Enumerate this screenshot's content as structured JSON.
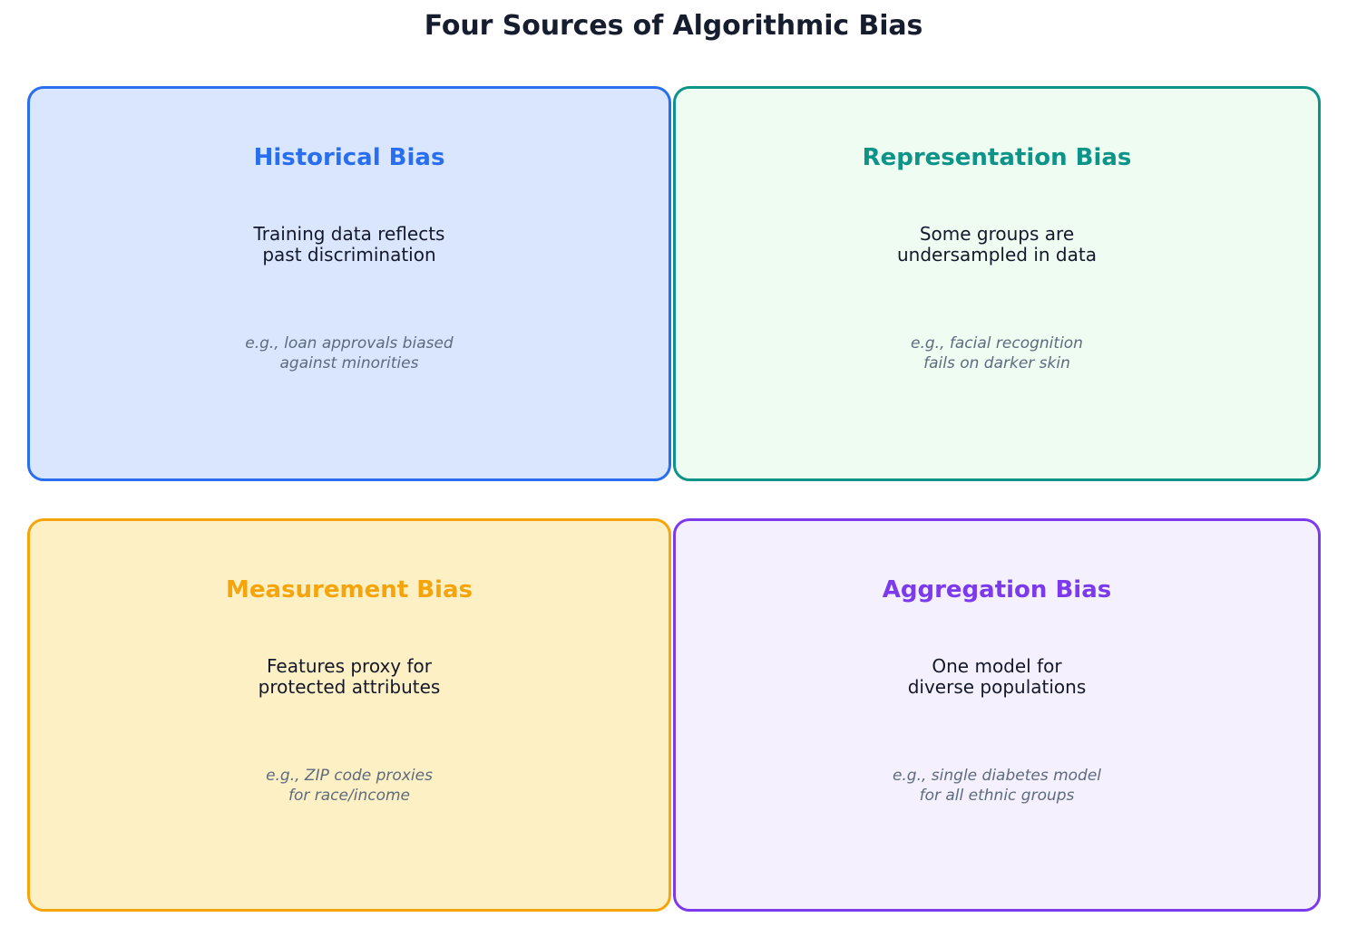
{
  "header": {
    "title": "Four Sources of Algorithmic Bias",
    "title_color": "#161d2e"
  },
  "theme": {
    "background": "#ffffff",
    "body_text_color": "#14182a",
    "example_text_color": "#5d6b7e"
  },
  "cards": [
    {
      "title": "Historical Bias",
      "description": "Training data reflects\npast discrimination",
      "example": "e.g., loan approvals biased\nagainst minorities",
      "accent_color": "#2a6ef0",
      "fill_color": "#d9e6fd"
    },
    {
      "title": "Representation Bias",
      "description": "Some groups are\nundersampled in data",
      "example": "e.g., facial recognition\nfails on darker skin",
      "accent_color": "#0d9488",
      "fill_color": "#effcf2"
    },
    {
      "title": "Measurement Bias",
      "description": "Features proxy for\nprotected attributes",
      "example": "e.g., ZIP code proxies\nfor race/income",
      "accent_color": "#f5a50b",
      "fill_color": "#fdf0c5"
    },
    {
      "title": "Aggregation Bias",
      "description": "One model for\ndiverse populations",
      "example": "e.g., single diabetes model\nfor all ethnic groups",
      "accent_color": "#7c3aed",
      "fill_color": "#f4f0fe"
    }
  ]
}
